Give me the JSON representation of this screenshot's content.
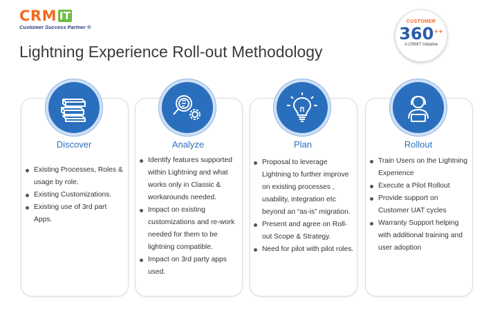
{
  "logo": {
    "main": "CRM",
    "badge": "IT",
    "tagline": "Customer Success Partner ®"
  },
  "title": "Lightning Experience Roll-out Methodology",
  "badge": {
    "top": "CUSTOMER",
    "number": "360",
    "plus": "++",
    "sub": "A CRMIT Initiative"
  },
  "cards": [
    {
      "title": "Discover",
      "icon": "books-icon",
      "points": [
        "Existing Processes, Roles & usage by role.",
        "Existing Customizations.",
        "Existing use of 3rd part Apps."
      ]
    },
    {
      "title": "Analyze",
      "icon": "magnifier-gear-icon",
      "points": [
        "Identify features supported within Lightning and what works only in Classic & workarounds needed.",
        "Impact on existing customizations and re-work needed for them to be lightning compatible.",
        "Impact on 3rd party apps used."
      ]
    },
    {
      "title": "Plan",
      "icon": "lightbulb-icon",
      "points": [
        "Proposal to leverage Lightning to further improve on existing processes , usability, integration etc beyond an “as-is” migration.",
        "Present and agree on Roll-out Scope & Strategy.",
        "Need for pilot with pilot roles."
      ]
    },
    {
      "title": "Rollout",
      "icon": "trainer-icon",
      "points": [
        "Train Users on the Lightning Experience",
        "Execute a Pilot Rollout",
        "Provide support on Customer UAT cycles",
        "Warranty Support helping with additional training and user adoption\u0003"
      ]
    }
  ],
  "colors": {
    "accent": "#2a6fbe",
    "brand_orange": "#f26b21",
    "brand_green": "#6dbb45"
  }
}
